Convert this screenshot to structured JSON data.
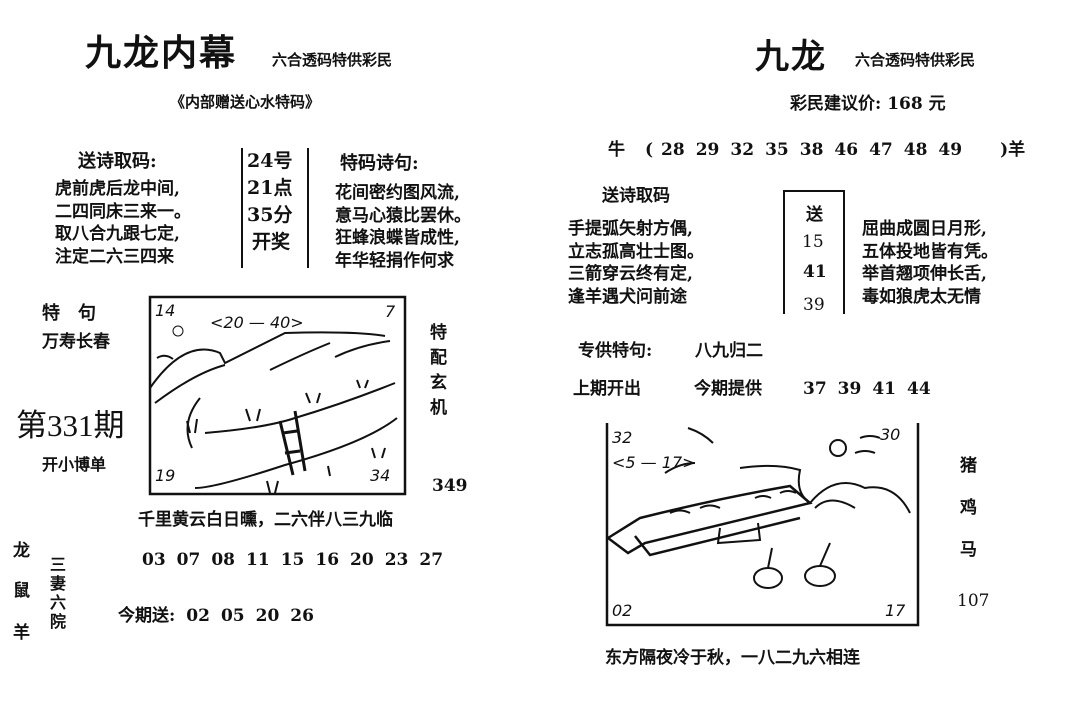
{
  "left": {
    "title": "九龙内幕",
    "subtitle": "六合透码特供彩民",
    "tagline": "《内部赠送心水特码》",
    "poem_heading": "送诗取码:",
    "poem": [
      "虎前虎后龙中间,",
      "二四同床三来一。",
      "取八合九跟七定,",
      "注定二六三四来"
    ],
    "draw_time": [
      "24号",
      "21点",
      "35分",
      "开奖"
    ],
    "special_poem_heading": "特码诗句:",
    "special_poem": [
      "花间密约图风流,",
      "意马心猿比罢休。",
      "狂蜂浪蝶皆成性,",
      "年华轻捐作何求"
    ],
    "special_phrase_label": "特　句",
    "special_phrase": "万寿长春",
    "issue": "第331期",
    "small_bet": "开小博单",
    "side_label": [
      "特",
      "配",
      "玄",
      "机"
    ],
    "side_number": "349",
    "picture_marks": {
      "top_left": "14",
      "top_range": "<20 — 40>",
      "top_right": "7",
      "bottom_left": "19",
      "bottom_right": "34"
    },
    "verse": "千里黄云白日曛，二六伴八三九临",
    "zodiacs": [
      "龙",
      "鼠",
      "羊"
    ],
    "phrase_vertical": [
      "三",
      "妻",
      "六",
      "院"
    ],
    "numbers": [
      "03",
      "07",
      "08",
      "11",
      "15",
      "16",
      "20",
      "23",
      "27"
    ],
    "gift_label": "今期送:",
    "gift_numbers": [
      "02",
      "05",
      "20",
      "26"
    ]
  },
  "right": {
    "title": "九龙",
    "subtitle": "六合透码特供彩民",
    "price": "彩民建议价: 168 元",
    "range_start": "牛",
    "range_numbers": [
      "28",
      "29",
      "32",
      "35",
      "38",
      "46",
      "47",
      "48",
      "49"
    ],
    "range_end": "羊",
    "poem_heading": "送诗取码",
    "poem_left": [
      "手提弧矢射方偶,",
      "立志孤高壮士图。",
      "三箭穿云终有定,",
      "逢羊遇犬问前途"
    ],
    "gift_box": {
      "label": "送",
      "numbers": [
        "15",
        "41",
        "39"
      ]
    },
    "poem_right": [
      "屈曲成圆日月形,",
      "五体投地皆有凭。",
      "举首翘项伸长舌,",
      "毒如狼虎太无情"
    ],
    "special_label": "专供特句:",
    "special_value": "八九归二",
    "last_label": "上期开出",
    "this_label": "今期提供",
    "this_numbers": [
      "37",
      "39",
      "41",
      "44"
    ],
    "picture_marks": {
      "top_left": "32",
      "top_range": "<5 — 17>",
      "top_right": "30",
      "bottom_left": "02",
      "bottom_right": "17"
    },
    "side_zodiacs": [
      "猪",
      "鸡",
      "马"
    ],
    "side_number": "107",
    "verse": "东方隔夜冷于秋，一八二九六相连"
  }
}
